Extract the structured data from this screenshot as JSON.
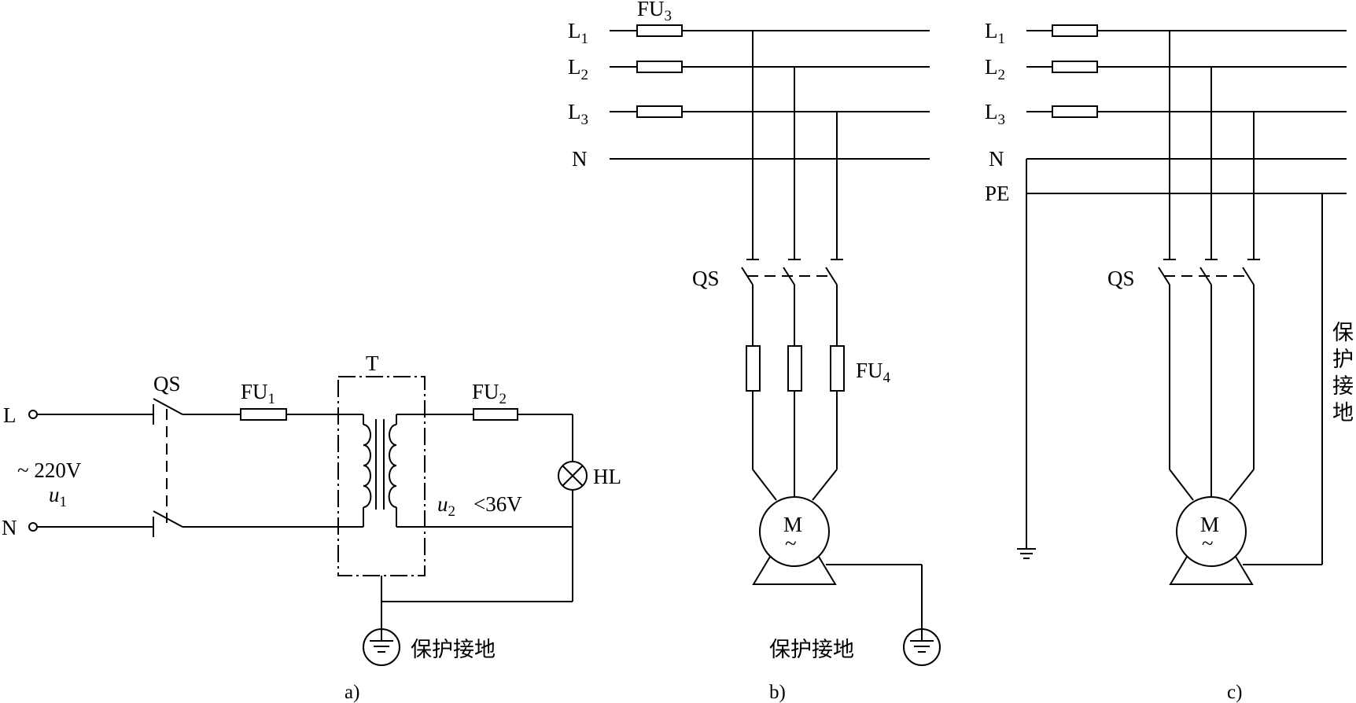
{
  "a": {
    "L": "L",
    "N": "N",
    "QS": "QS",
    "FU1": "FU",
    "FU1_sub": "1",
    "T": "T",
    "FU2": "FU",
    "FU2_sub": "2",
    "HL": "HL",
    "voltage": "~ 220V",
    "u1": "u",
    "u1_sub": "1",
    "u2": "u",
    "u2_sub": "2",
    "u2_limit": "<36V",
    "ground": "保护接地",
    "caption": "a)"
  },
  "b": {
    "L1": "L",
    "L1_sub": "1",
    "L2": "L",
    "L2_sub": "2",
    "L3": "L",
    "L3_sub": "3",
    "N": "N",
    "FU3": "FU",
    "FU3_sub": "3",
    "QS": "QS",
    "FU4": "FU",
    "FU4_sub": "4",
    "motor": "M",
    "motor_tilde": "~",
    "ground": "保护接地",
    "caption": "b)"
  },
  "c": {
    "L1": "L",
    "L1_sub": "1",
    "L2": "L",
    "L2_sub": "2",
    "L3": "L",
    "L3_sub": "3",
    "N": "N",
    "PE": "PE",
    "QS": "QS",
    "motor": "M",
    "motor_tilde": "~",
    "ground_chars": [
      "保",
      "护",
      "接",
      "地"
    ],
    "caption": "c)"
  }
}
